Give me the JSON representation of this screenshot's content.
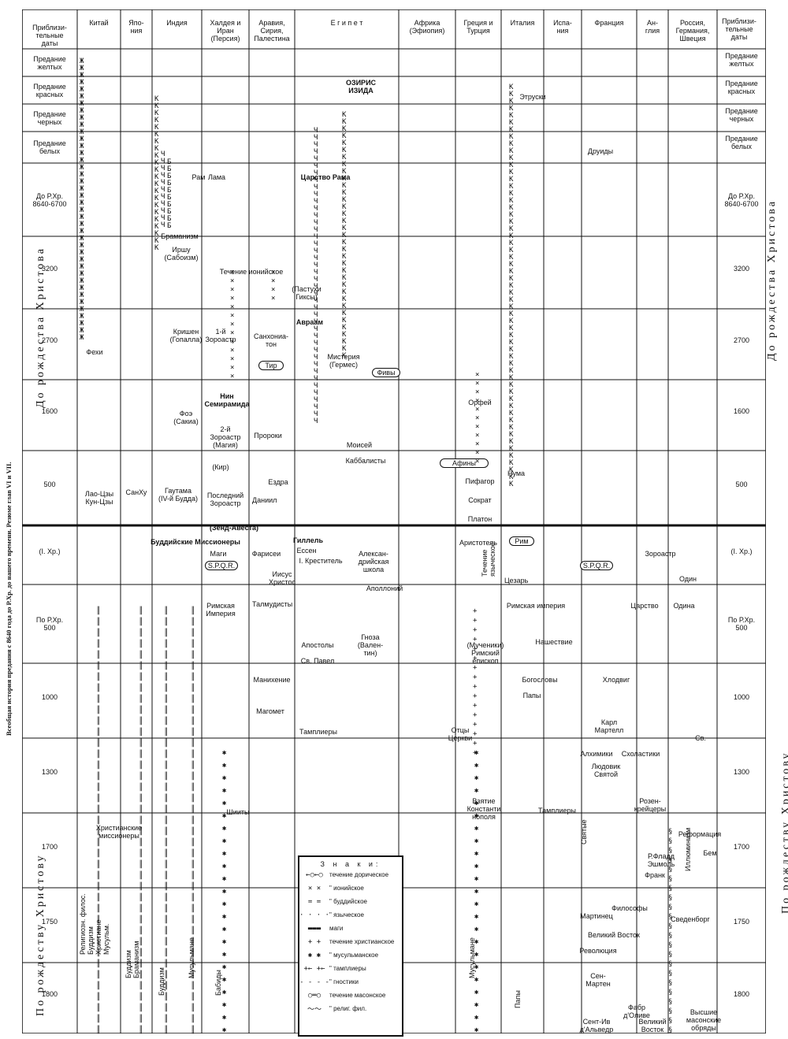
{
  "side_titles": {
    "before_christ": "До рождества Христова",
    "after_christ": "По рождеству Христову"
  },
  "side_note": "Всеобщая история предания с 8640 года до Р.Хр. до нашего времени.   Резюме глав VI и VII.",
  "header": {
    "dates_left": "Приблизи-\nтельные\nдаты",
    "dates_right": "Приблизи-\nтельные\nдаты",
    "columns": [
      "Китай",
      "Япо-\nния",
      "Индия",
      "Халдея и\nИран\n(Персия)",
      "Аравия,\nСирия,\nПалестина",
      "Е г и п е т",
      "Африка\n(Эфиопия)",
      "Греция и\nТурция",
      "Италия",
      "Испа-\nния",
      "Франция",
      "Ан-\nглия",
      "Россия,\nГермания,\nШвеция"
    ]
  },
  "rows_left": [
    "Предание\nжелтых",
    "Предание\nкрасных",
    "Предание\nчерных",
    "Предание\nбелых",
    "До Р.Хр.\n8640-6700",
    "3200",
    "2700",
    "1600",
    "500",
    "(I. Хр.)",
    "По Р.Хр.\n500",
    "1000",
    "1300",
    "1700",
    "1750",
    "1800"
  ],
  "rows_right": [
    "Предание\nжелтых",
    "Предание\nкрасных",
    "Предание\nчерных",
    "Предание\nбелых",
    "До Р.Хр.\n8640-6700",
    "3200",
    "2700",
    "1600",
    "500",
    "(I. Хр.)",
    "По Р.Хр.\n500",
    "1000",
    "1300",
    "1700",
    "1750",
    "1800"
  ],
  "labels": {
    "ozyris": "ОЗИРИС\nИЗИДА",
    "etruski": "Этруски",
    "druidy": "Друиды",
    "ram": "Рам",
    "lama": "Лама",
    "tsarstvo_rama": "Царство  Рама",
    "bramanizm": "Браманизм",
    "irshu": "Иршу\n(Сабоизм)",
    "techenie_ionijskoe": "Течение     ионийское",
    "pastuhi": "(Пастухи\nГиксы)",
    "fehi": "Фехи",
    "krishen": "Кришен\n(Гопалла)",
    "zoroastr1": "1-й\nЗороастр",
    "sanhoniaton": "Санхониа-\nтон",
    "avraam": "Авраам",
    "tir": "Тир",
    "misteria": "Мистерия\n(Гермес)",
    "fivy": "Фивы",
    "nin": "Нин\nСемирамида",
    "foe": "Фоэ\n(Сакиа)",
    "zoroastr2": "2-й\nЗороастр\n(Магия)",
    "proroki": "Пророки",
    "moisei": "Моисей",
    "kabbalisty": "Каббалисты",
    "orfei": "Орфей",
    "afiny": "Афины",
    "lao": "Лао-Цзы\nКун-Цзы",
    "sanhu": "СанХу",
    "gautama": "Гаутама\n(IV-й Будда)",
    "kir": "(Кир)",
    "posledniy": "Последний\nЗороастр",
    "daniil": "Даниил",
    "ezdra": "Ездра",
    "pifagor": "Пифагор",
    "sokrat": "Сократ",
    "platon": "Платон",
    "numa": "Нума",
    "zend": "(Зенд-Авеста)",
    "buddiyskie": "Буддийские Миссионеры",
    "gillel": "Гиллель",
    "essen": "Ессен",
    "magi": "Маги",
    "farisei": "Фарисеи",
    "krestitel": "I. Креститель",
    "aleksandr": "Алексан-\nдрийская\nшкола",
    "aristotel": "Аристотель",
    "rim": "Рим",
    "zoroastr3": "Зороастр",
    "spqr1": "S.P.Q.R.",
    "spqr2": "S.P.Q.R.",
    "iisus": "Иисус\nХристос",
    "apolloniy": "Аполлоний",
    "techenie_yaz": "Течение\nязыческое",
    "tsezar": "Цезарь",
    "odin": "Один",
    "rimskaya_imperia1": "Римская\nИмперия",
    "talmudisty": "Талмудисты",
    "rimskaya_imperia2": "Римская империя",
    "tsarstvo": "Царство",
    "odina": "Одина",
    "apostoly": "Апостолы",
    "gnoza": "Гноза\n(Вален-\nтин)",
    "muchen": "(Мученики)\nРимский\nепископ",
    "nashestvie": "Нашествие",
    "sv_pavel": "Св. Павел",
    "manihenie": "Манихение",
    "bogoslovy": "Богословы",
    "hlodvig": "Хлодвиг",
    "papy1": "Папы",
    "magomet": "Магомет",
    "karl": "Карл\nМартелл",
    "otsy": "Отцы\nЦеркви",
    "templiery1": "Тамплиеры",
    "sv": "Св.",
    "alhimiki": "Алхимики",
    "sholastiki": "Схоластики",
    "ludovik": "Людовик\nСвятой",
    "vzyatie": "Взятие\nКонстанти\nнополя",
    "shiity": "Шииты",
    "templiery2": "Тамплиеры",
    "rozen": "Розен-\nкрейцеры",
    "hristianskie": "Христианские\nмиссионеры",
    "svyatye": "Святые",
    "reformatsia": "Реформация",
    "fludd": "Р.Фладд\nЭшмоль",
    "bem": "Бем",
    "frank": "Франк",
    "illuminizm": "Иллюминизм",
    "filosofy": "Философы",
    "martinets": "Мартинец",
    "velikiy_vostok1": "Великий  Восток",
    "svedenborg": "Сведенборг",
    "revolutsia": "Революция",
    "sen_marten": "Сен-Мартен",
    "fabr": "Фабр\nд'Оливе",
    "sent_iv": "Сент-Ив\nд'Альведр",
    "velikiy_vostok2": "Великий\nВосток",
    "vysshie": "Высшие\nмасонские\nобряды",
    "relig_filos": "Религиозн. филос.\nБуддизм\nХристиане\nМусульм.",
    "buddizm_bram": "Буддизм\nБраманизм",
    "buddizm": "Буддизм",
    "musulmane": "Мусульмане",
    "babidy": "Бабиды",
    "musulmane2": "Мусульмане",
    "papy2": "Папы"
  },
  "legend": {
    "title": "З н а к и:",
    "rows": [
      {
        "sym": "←○←○",
        "text": "течение  дорическое"
      },
      {
        "sym": "× ×",
        "text": "\"   ионийское"
      },
      {
        "sym": "= =",
        "text": "\"   буддийское"
      },
      {
        "sym": "· · · ·",
        "text": "\"   языческое"
      },
      {
        "sym": "▬▬▬",
        "text": "маги"
      },
      {
        "sym": "+ +",
        "text": "течение  христианское"
      },
      {
        "sym": "✱ ✱",
        "text": "\"   мусульманское"
      },
      {
        "sym": "+← +←",
        "text": "\"   тамплиеры"
      },
      {
        "sym": "- - - -",
        "text": "\"   гностики"
      },
      {
        "sym": "○═○",
        "text": "течение  масонское"
      },
      {
        "sym": "〜〜",
        "text": "\"   религ. фил."
      }
    ]
  }
}
